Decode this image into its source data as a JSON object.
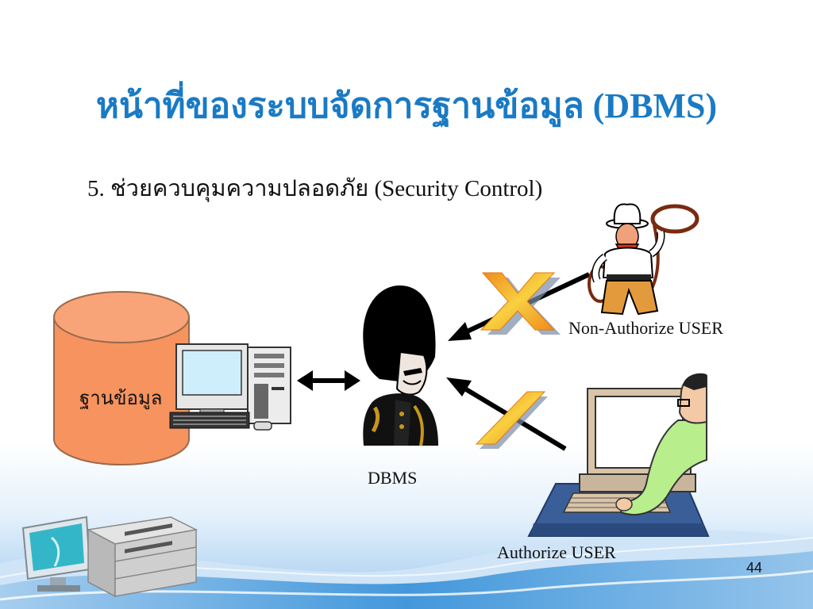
{
  "slide": {
    "title": "หน้าที่ของระบบจัดการฐานข้อมูล (DBMS)",
    "subtitle": "5. ช่วยควบคุมความปลอดภัย (Security Control)",
    "page_number": "44"
  },
  "diagram": {
    "database_label": "ฐานข้อมูล",
    "dbms_label": "DBMS",
    "non_authorized_user_label": "Non-Authorize USER",
    "authorized_user_label": "Authorize USER"
  },
  "colors": {
    "title": "#1a7ac4",
    "database_fill": "#f6935f",
    "database_stroke": "#9a6a4a",
    "mark_gold": "#f5c530",
    "mark_orange": "#f08a1c",
    "background_wave": "#2a8ad6"
  },
  "icons": [
    "database-cylinder-icon",
    "desktop-computer-icon",
    "double-arrow-icon",
    "guard-icon",
    "cowboy-icon",
    "denied-x-mark-icon",
    "allowed-slash-mark-icon",
    "office-user-icon",
    "workstation-icon"
  ]
}
